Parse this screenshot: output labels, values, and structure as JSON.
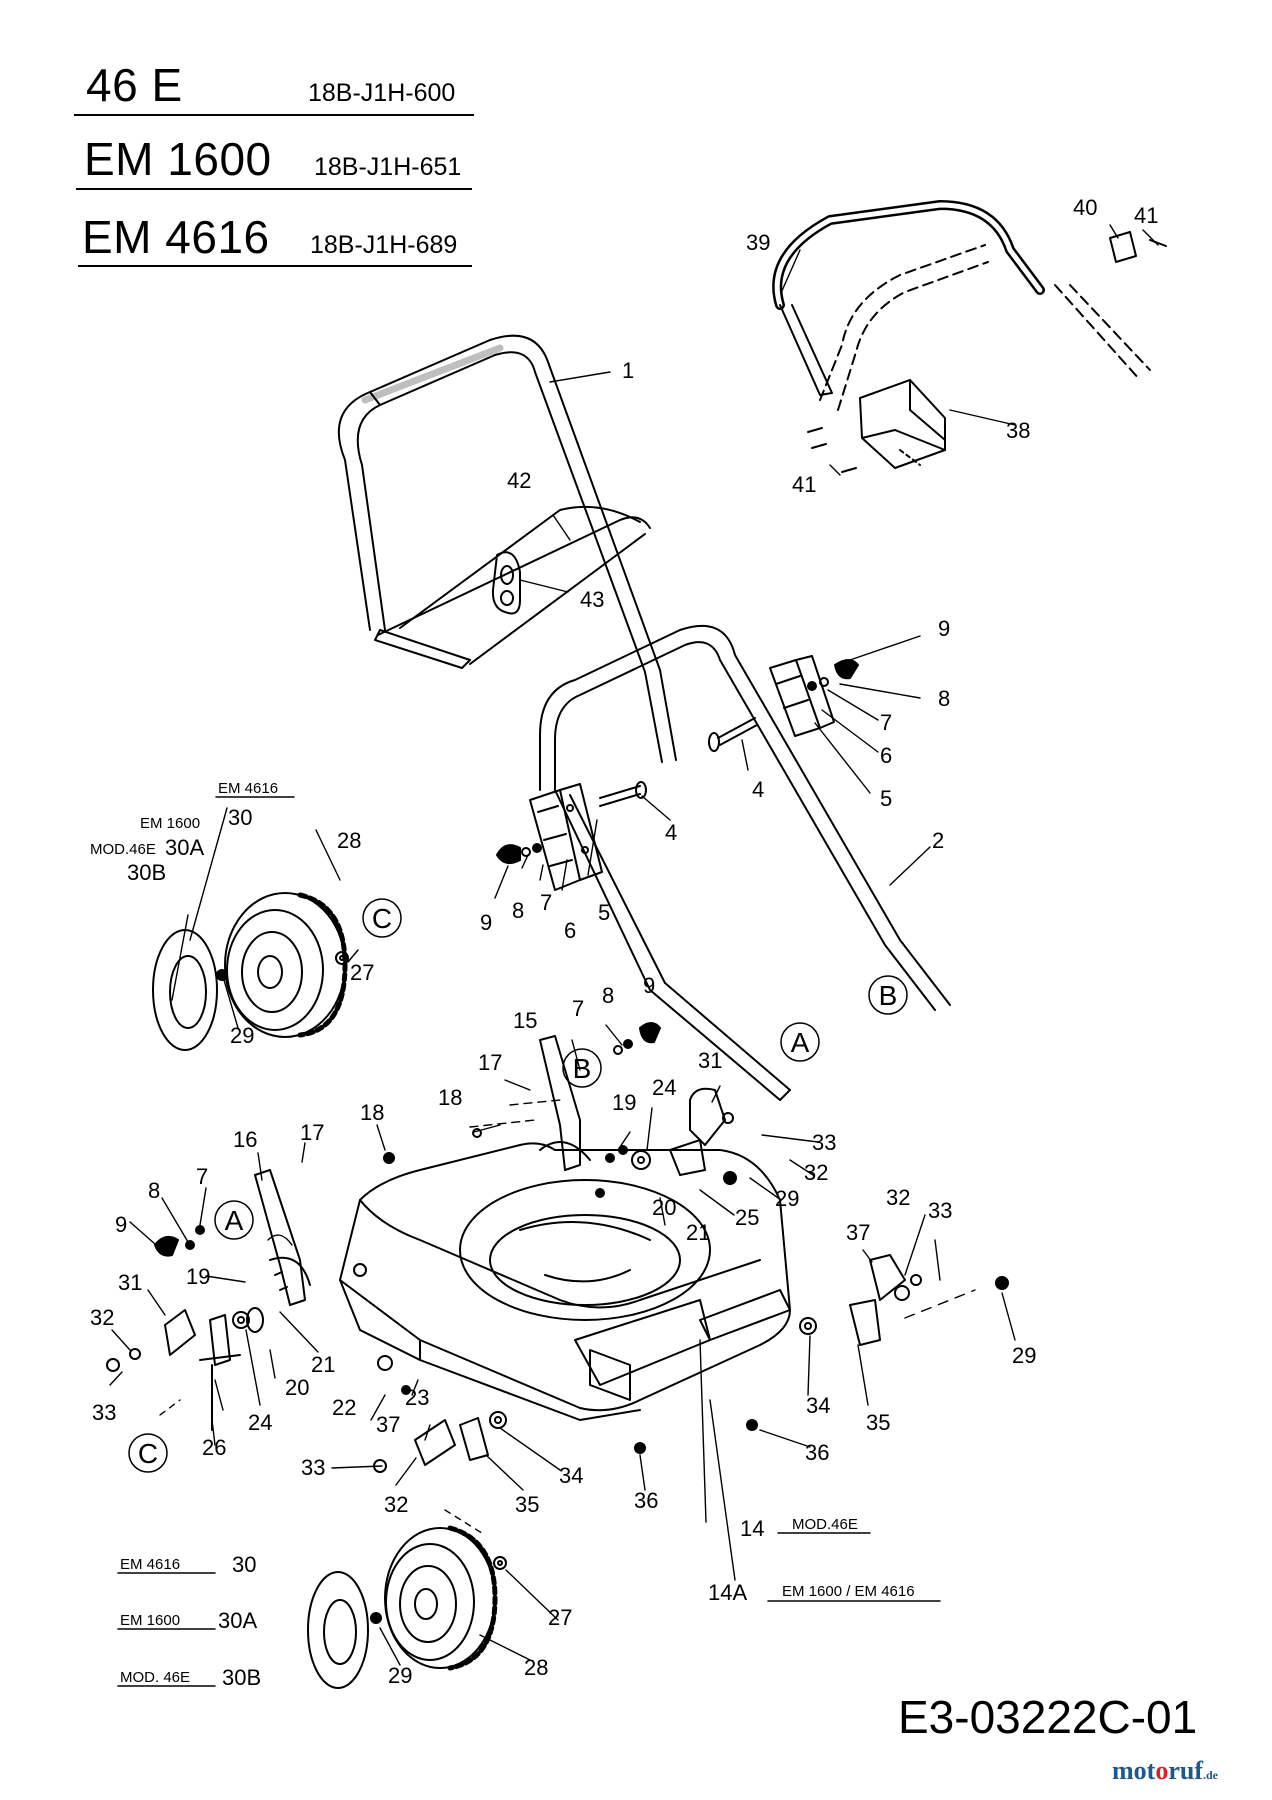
{
  "models": [
    {
      "name": "46 E",
      "code": "18B-J1H-600"
    },
    {
      "name": "EM 1600",
      "code": "18B-J1H-651"
    },
    {
      "name": "EM 4616",
      "code": "18B-J1H-689"
    }
  ],
  "callouts": {
    "n1": "1",
    "n2": "2",
    "n4a": "4",
    "n4b": "4",
    "n5a": "5",
    "n5b": "5",
    "n6a": "6",
    "n6b": "6",
    "n7a": "7",
    "n7b": "7",
    "n7c": "7",
    "n7d": "7",
    "n8a": "8",
    "n8b": "8",
    "n8c": "8",
    "n8d": "8",
    "n9a": "9",
    "n9b": "9",
    "n9c": "9",
    "n9d": "9",
    "n14": "14",
    "n14a": "14A",
    "n15": "15",
    "n16": "16",
    "n17a": "17",
    "n17b": "17",
    "n18a": "18",
    "n18b": "18",
    "n19a": "19",
    "n19b": "19",
    "n20a": "20",
    "n20b": "20",
    "n21a": "21",
    "n21b": "21",
    "n22": "22",
    "n23": "23",
    "n24a": "24",
    "n24b": "24",
    "n25": "25",
    "n26": "26",
    "n27a": "27",
    "n27b": "27",
    "n28a": "28",
    "n28b": "28",
    "n29a": "29",
    "n29b": "29",
    "n29c": "29",
    "n29d": "29",
    "n30a": "30",
    "n30b": "30",
    "n30Aa": "30A",
    "n30Ab": "30A",
    "n30Ba": "30B",
    "n30Bb": "30B",
    "n31a": "31",
    "n31b": "31",
    "n32a": "32",
    "n32b": "32",
    "n32c": "32",
    "n32d": "32",
    "n33a": "33",
    "n33b": "33",
    "n33c": "33",
    "n33d": "33",
    "n34a": "34",
    "n34b": "34",
    "n35a": "35",
    "n35b": "35",
    "n36a": "36",
    "n36b": "36",
    "n37a": "37",
    "n37b": "37",
    "n38": "38",
    "n39": "39",
    "n40": "40",
    "n41a": "41",
    "n41b": "41",
    "n42": "42",
    "n43": "43"
  },
  "ref_letters": {
    "A1": "A",
    "A2": "A",
    "B1": "B",
    "B2": "B",
    "C1": "C",
    "C2": "C"
  },
  "model_notes": {
    "top_em4616": "EM 4616",
    "top_em1600": "EM 1600",
    "top_mod46e": "MOD.46E",
    "bot_em4616": "EM 4616",
    "bot_em1600": "EM 1600",
    "bot_mod46e": "MOD. 46E",
    "deck_mod46e": "MOD.46E",
    "deck_em": "EM 1600 / EM 4616"
  },
  "document_code": "E3-03222C-01",
  "watermark": {
    "main": "mot",
    "o": "o",
    "rest": "ruf",
    "suffix": ".de"
  }
}
